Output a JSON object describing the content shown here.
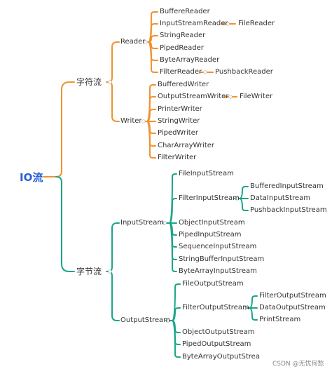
{
  "root": "IO流",
  "char_stream": {
    "label": "字符流",
    "reader": {
      "label": "Reader",
      "children": [
        "BuffereReader",
        "InputStreamReader",
        "StringReader",
        "PipedReader",
        "ByteArrayReader",
        "FilterReader"
      ],
      "sub": {
        "InputStreamReader": "FileReader",
        "FilterReader": "PushbackReader"
      }
    },
    "writer": {
      "label": "Writer",
      "children": [
        "BufferedWriter",
        "OutputStreamWriter",
        "PrinterWriter",
        "StringWriter",
        "PipedWriter",
        "CharArrayWriter",
        "FilterWriter"
      ],
      "sub": {
        "OutputStreamWriter": "FileWriter"
      }
    }
  },
  "byte_stream": {
    "label": "字节流",
    "input": {
      "label": "InputStream",
      "children": [
        "FileInputStream",
        "FilterInputStream",
        "ObjectInputStream",
        "PipedInputStream",
        "SequenceInputStream",
        "StringBufferInputStream",
        "ByteArrayInputStream"
      ],
      "filter_children": [
        "BufferedInputStream",
        "DataInputStream",
        "PushbackInputStream"
      ]
    },
    "output": {
      "label": "OutputStream",
      "children": [
        "FileOutputStream",
        "FilterOutputStream",
        "ObjectOutputStream",
        "PipedOutputStream",
        "ByteArrayOutputStrea"
      ],
      "filter_children": [
        "FilterOutputStream",
        "DataOutputStream",
        "PrintStream"
      ]
    }
  },
  "watermark": "CSDN @无忧何愁",
  "colors": {
    "orange": "#f0922f",
    "teal": "#1aa58a",
    "root": "#2a5fd8",
    "text": "#333333"
  }
}
